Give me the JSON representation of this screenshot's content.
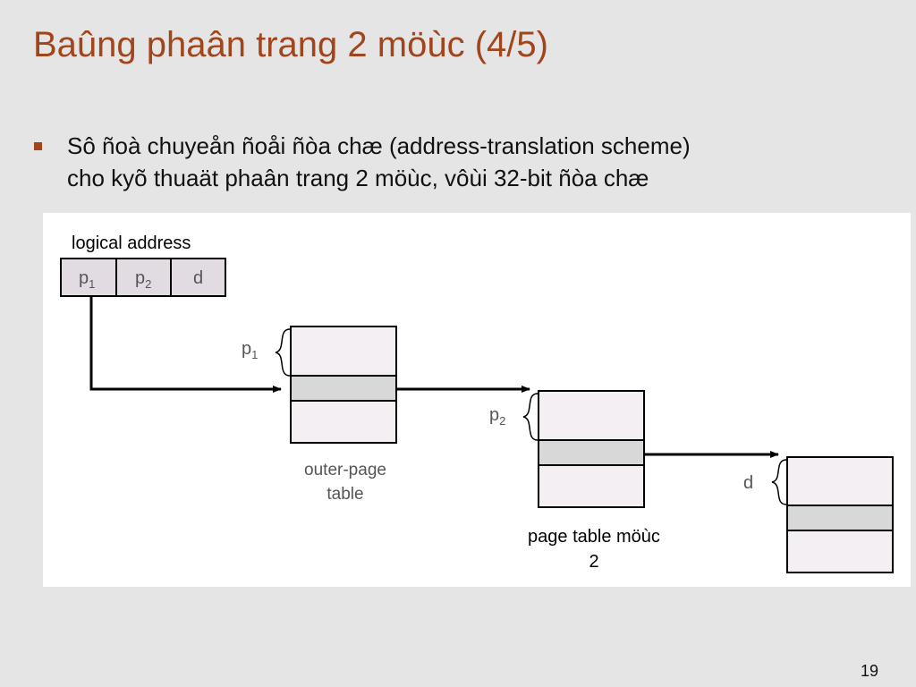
{
  "slide": {
    "title": "Baûng phaân trang 2 möùc (4/5)",
    "bullet_line1": "Sô ñoà chuyeån ñoåi ñòa chæ (address-translation scheme)",
    "bullet_line2": "cho kyõ thuaät phaân trang 2 möùc, vôùi 32-bit ñòa chæ",
    "page_number": "19"
  },
  "diagram": {
    "logical_address_label": "logical address",
    "fields": {
      "p": "p",
      "one": "1",
      "two": "2",
      "d": "d"
    },
    "outer_table_label_line1": "outer-page",
    "outer_table_label_line2": "table",
    "caption_line1": "page table möùc",
    "caption_line2": "2"
  }
}
